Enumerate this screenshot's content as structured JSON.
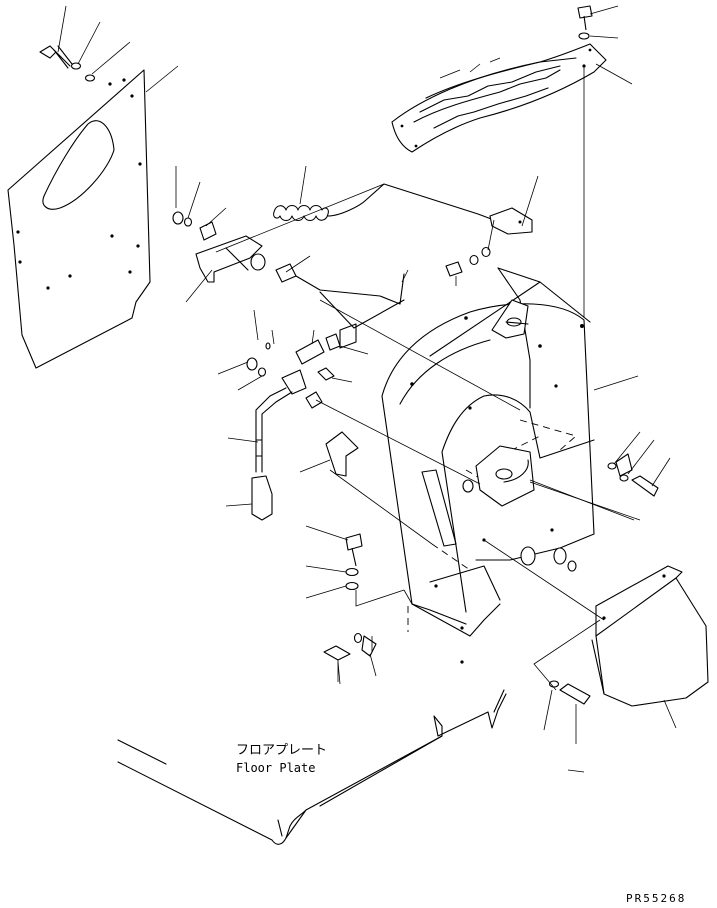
{
  "floor_plate": {
    "label_jp": "フロアプレート",
    "label_en": "Floor Plate"
  },
  "figure_code": "PR55268"
}
